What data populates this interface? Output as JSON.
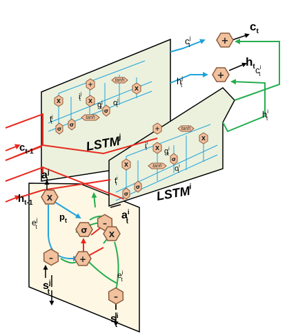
{
  "colors": {
    "lstm_fill": "#ebf1dd",
    "gate_panel_fill": "#fdf7e4",
    "node_fill": "#f2c19d",
    "node_stroke": "#8a5a3c",
    "red": "#e8281e",
    "blue": "#1fa3dc",
    "green": "#24ad4e",
    "outline": "#000000"
  },
  "labels": {
    "lstm_j": "LSTM",
    "lstm_j_sup": "j",
    "lstm_i": "LSTM",
    "lstm_i_sup": "i",
    "c_t": "c",
    "c_t_sub": "t",
    "h_t": "h",
    "h_t_sub": "t",
    "c_tm1": "c",
    "c_tm1_sub": "t-1",
    "h_tm1": "h",
    "h_tm1_sub": "t-1",
    "c_j_t": "c",
    "c_j_t_sup": "j",
    "c_j_t_sub": "t",
    "h_j_t": "h",
    "h_j_t_sup": "j",
    "h_j_t_sub": "t",
    "c_i_t": "c",
    "c_i_t_sup": "i",
    "c_i_t_sub": "t",
    "h_i_t": "h",
    "h_i_t_sup": "i",
    "h_i_t_sub": "t",
    "a_j_t": "a",
    "a_j_t_sup": "j",
    "a_j_t_sub": "t",
    "a_i_t": "a",
    "a_i_t_sup": "i",
    "a_i_t_sub": "t",
    "e_j_t": "e",
    "e_j_t_sup": "j",
    "e_j_t_sub": "t",
    "e_i_t": "e",
    "e_i_t_sup": "i",
    "e_i_t_sub": "t",
    "p_t": "p",
    "p_t_sub": "t",
    "s_j_t": "s",
    "s_j_t_sup": "j",
    "s_j_t_sub": "t",
    "s_i_t": "s",
    "s_i_t_sup": "i",
    "s_i_t_sub": "t",
    "f_j_t": "f",
    "f_j_t_sup": "j",
    "f_j_t_sub": "t",
    "i_j_t": "i",
    "i_j_t_sup": "j",
    "i_j_t_sub": "t",
    "g_j_t": "g",
    "g_j_t_sup": "j",
    "g_j_t_sub": "t",
    "o_j_t": "o",
    "o_j_t_sup": "j",
    "o_j_t_sub": "t",
    "f_i_t": "f",
    "f_i_t_sup": "i",
    "f_i_t_sub": "t",
    "i_i_t": "i",
    "i_i_t_sup": "i",
    "i_i_t_sub": "t",
    "g_i_t": "g",
    "g_i_t_sup": "i",
    "g_i_t_sub": "t",
    "o_i_t": "o",
    "o_i_t_sup": "i",
    "o_i_t_sub": "t",
    "tanh": "tanh",
    "sigma": "σ",
    "plus": "+",
    "times": "X",
    "minus": "–"
  }
}
